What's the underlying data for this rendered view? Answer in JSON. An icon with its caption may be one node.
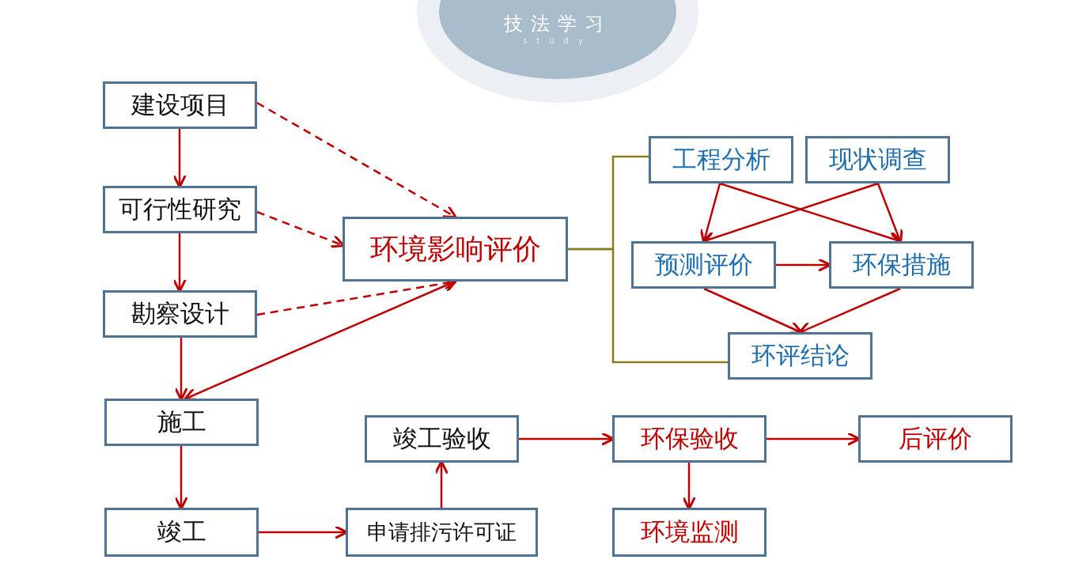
{
  "diagram": {
    "title": "技法学习",
    "nodes": [
      {
        "text": [
          "建设项目"
        ]
      },
      {
        "text": [
          "可行性研究"
        ]
      },
      {
        "text": [
          "勘察设计"
        ]
      },
      {
        "text": [
          "施工"
        ]
      },
      {
        "text": [
          "竣工"
        ]
      },
      {
        "text": [
          "环境影响评价"
        ]
      },
      {
        "text": [
          "工程分析"
        ]
      },
      {
        "text": [
          "现状调查"
        ]
      },
      {
        "text": [
          "预测评价"
        ]
      },
      {
        "text": [
          "环保措施"
        ]
      },
      {
        "text": [
          "环评结论"
        ]
      },
      {
        "text": [
          "竣工验收"
        ]
      },
      {
        "text": [
          "申请排污许可证"
        ]
      },
      {
        "text": [
          "环保验收"
        ]
      },
      {
        "text": [
          "后评价"
        ]
      },
      {
        "text": [
          "环境监测"
        ]
      }
    ],
    "edges": [
      {
        "from": 0,
        "to": 1,
        "arrow": "to"
      },
      {
        "from": 1,
        "to": 2,
        "arrow": "to"
      },
      {
        "from": 2,
        "to": 3,
        "arrow": "to"
      },
      {
        "from": 3,
        "to": 4,
        "arrow": "to"
      },
      {
        "from": 0,
        "to": 5,
        "arrow": "to",
        "style": "dashed"
      },
      {
        "from": 1,
        "to": 5,
        "arrow": "to",
        "style": "dashed"
      },
      {
        "from": 2,
        "to": 5,
        "arrow": "to",
        "style": "dashed"
      },
      {
        "from": 5,
        "to": 3,
        "arrow": "both"
      },
      {
        "from": 5,
        "to": 6,
        "arrow": "none",
        "color": "#8b7d1e"
      },
      {
        "from": 5,
        "to": 10,
        "arrow": "none",
        "color": "#8b7d1e"
      },
      {
        "from": 6,
        "to": 8,
        "arrow": "to"
      },
      {
        "from": 6,
        "to": 9,
        "arrow": "to"
      },
      {
        "from": 7,
        "to": 8,
        "arrow": "to"
      },
      {
        "from": 7,
        "to": 9,
        "arrow": "to"
      },
      {
        "from": 8,
        "to": 9,
        "arrow": "to"
      },
      {
        "from": 8,
        "to": 10,
        "arrow": "to"
      },
      {
        "from": 9,
        "to": 10,
        "arrow": "to"
      },
      {
        "from": 4,
        "to": 12,
        "arrow": "to"
      },
      {
        "from": 12,
        "to": 11,
        "arrow": "to"
      },
      {
        "from": 11,
        "to": 13,
        "arrow": "to"
      },
      {
        "from": 13,
        "to": 14,
        "arrow": "to"
      },
      {
        "from": 13,
        "to": 15,
        "arrow": "to"
      }
    ],
    "labels": [
      "study"
    ]
  }
}
